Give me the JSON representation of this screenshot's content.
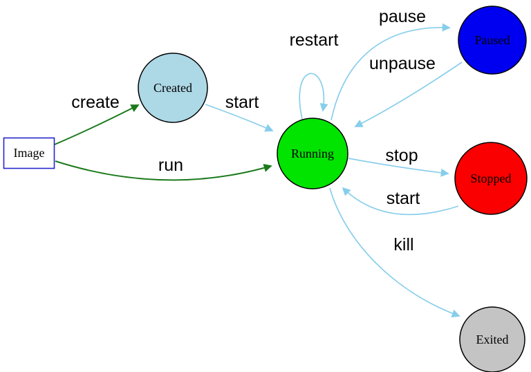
{
  "palette": {
    "edge_blue": "#87ceeb",
    "edge_green": "#1b7a1b",
    "node_border": "#000000",
    "label_color": "#000000",
    "background": "#ffffff"
  },
  "nodes": {
    "image": {
      "label": "Image",
      "fill": "#ffffff",
      "border": "#2424cc",
      "shape": "rectangle"
    },
    "created": {
      "label": "Created",
      "fill": "#add8e6",
      "shape": "circle"
    },
    "running": {
      "label": "Running",
      "fill": "#00e400",
      "shape": "circle"
    },
    "paused": {
      "label": "Paused",
      "fill": "#0000f0",
      "shape": "circle"
    },
    "stopped": {
      "label": "Stopped",
      "fill": "#fa0000",
      "shape": "circle"
    },
    "exited": {
      "label": "Exited",
      "fill": "#c4c4c4",
      "shape": "circle"
    }
  },
  "edges": {
    "create": {
      "label": "create",
      "from": "image",
      "to": "created",
      "color_key": "edge_green"
    },
    "run": {
      "label": "run",
      "from": "image",
      "to": "running",
      "color_key": "edge_green"
    },
    "start_created": {
      "label": "start",
      "from": "created",
      "to": "running",
      "color_key": "edge_blue"
    },
    "restart": {
      "label": "restart",
      "from": "running",
      "to": "running",
      "color_key": "edge_blue"
    },
    "pause": {
      "label": "pause",
      "from": "running",
      "to": "paused",
      "color_key": "edge_blue"
    },
    "unpause": {
      "label": "unpause",
      "from": "paused",
      "to": "running",
      "color_key": "edge_blue"
    },
    "stop": {
      "label": "stop",
      "from": "running",
      "to": "stopped",
      "color_key": "edge_blue"
    },
    "start_stopped": {
      "label": "start",
      "from": "stopped",
      "to": "running",
      "color_key": "edge_blue"
    },
    "kill": {
      "label": "kill",
      "from": "running",
      "to": "exited",
      "color_key": "edge_blue"
    }
  }
}
